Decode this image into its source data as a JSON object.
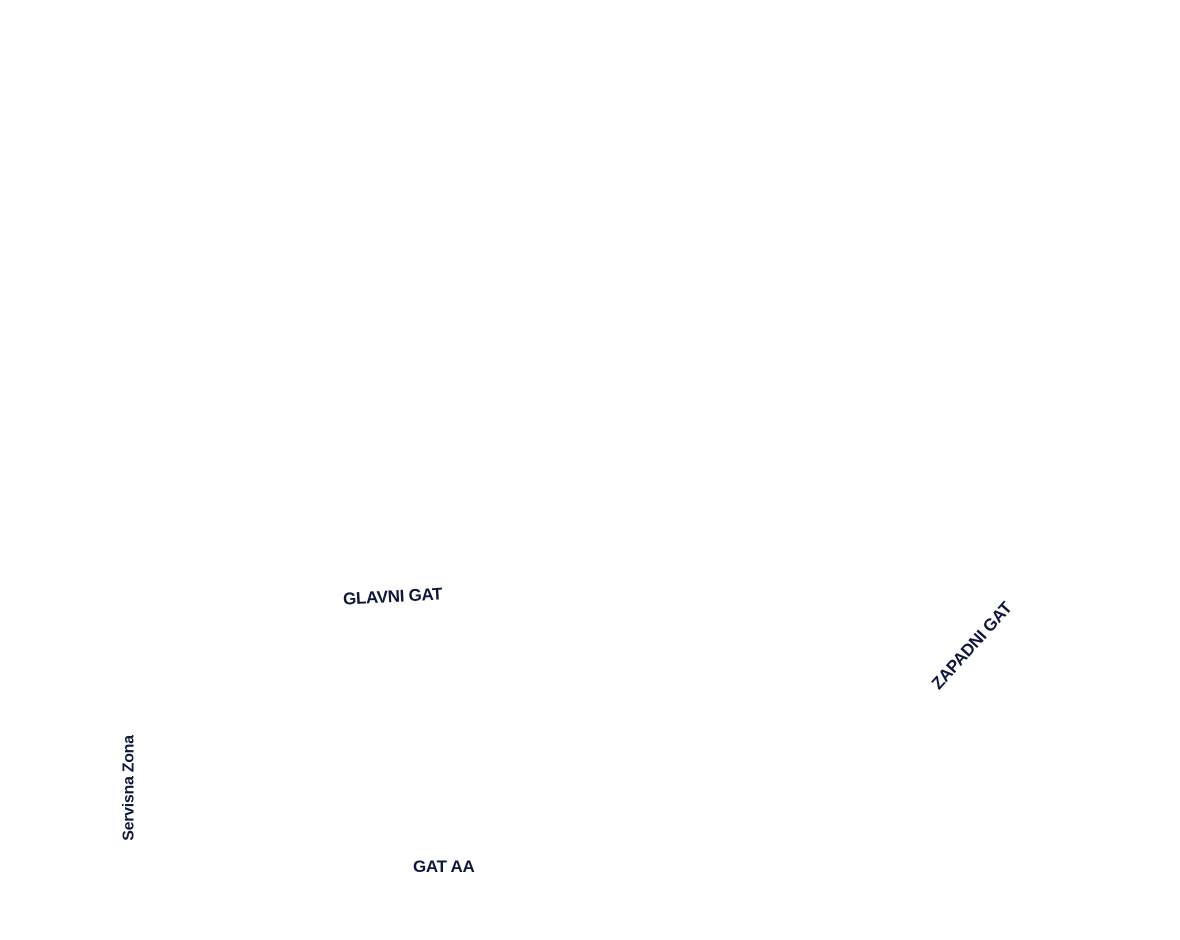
{
  "map": {
    "labels": {
      "glavni_gat": "GLAVNI GAT",
      "zapadni_gat": "ZAPADNI GAT",
      "servisna_zona": "Servisna Zona",
      "gat_aa": "GAT AA"
    },
    "colors": {
      "label": "#0f1838",
      "background": "#ffffff"
    }
  }
}
